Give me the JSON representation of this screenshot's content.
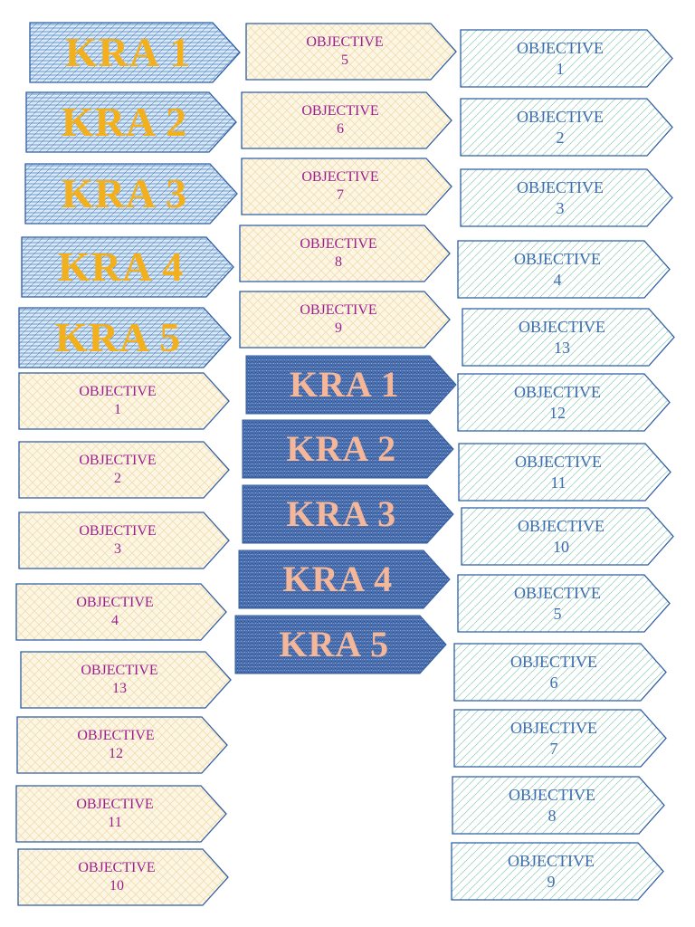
{
  "kra_column_left": [
    "KRA 1",
    "KRA 2",
    "KRA 3",
    "KRA 4",
    "KRA 5"
  ],
  "kra_column_middle": [
    "KRA 1",
    "KRA 2",
    "KRA 3",
    "KRA 4",
    "KRA 5"
  ],
  "objective_word": "OBJECTIVE",
  "cream_left": [
    "1",
    "2",
    "3",
    "4",
    "13",
    "12",
    "11",
    "10"
  ],
  "cream_top_middle": [
    "5",
    "6",
    "7",
    "8",
    "9"
  ],
  "mint_right": [
    "1",
    "2",
    "3",
    "4",
    "13",
    "12",
    "11",
    "10",
    "5",
    "6",
    "7",
    "8",
    "9"
  ],
  "colors": {
    "cream_fill": "#fdf6e4",
    "cream_text": "#9b1f8e",
    "mint_fill": "#ffffff",
    "mint_text": "#3d6cb2",
    "kra_pattern_fill": "#dbe8f5",
    "kra_pattern_text": "#f2b01e",
    "kra_denim_fill": "#4a6fae",
    "kra_denim_text": "#f4b79a",
    "outline": "#2f5da3"
  }
}
